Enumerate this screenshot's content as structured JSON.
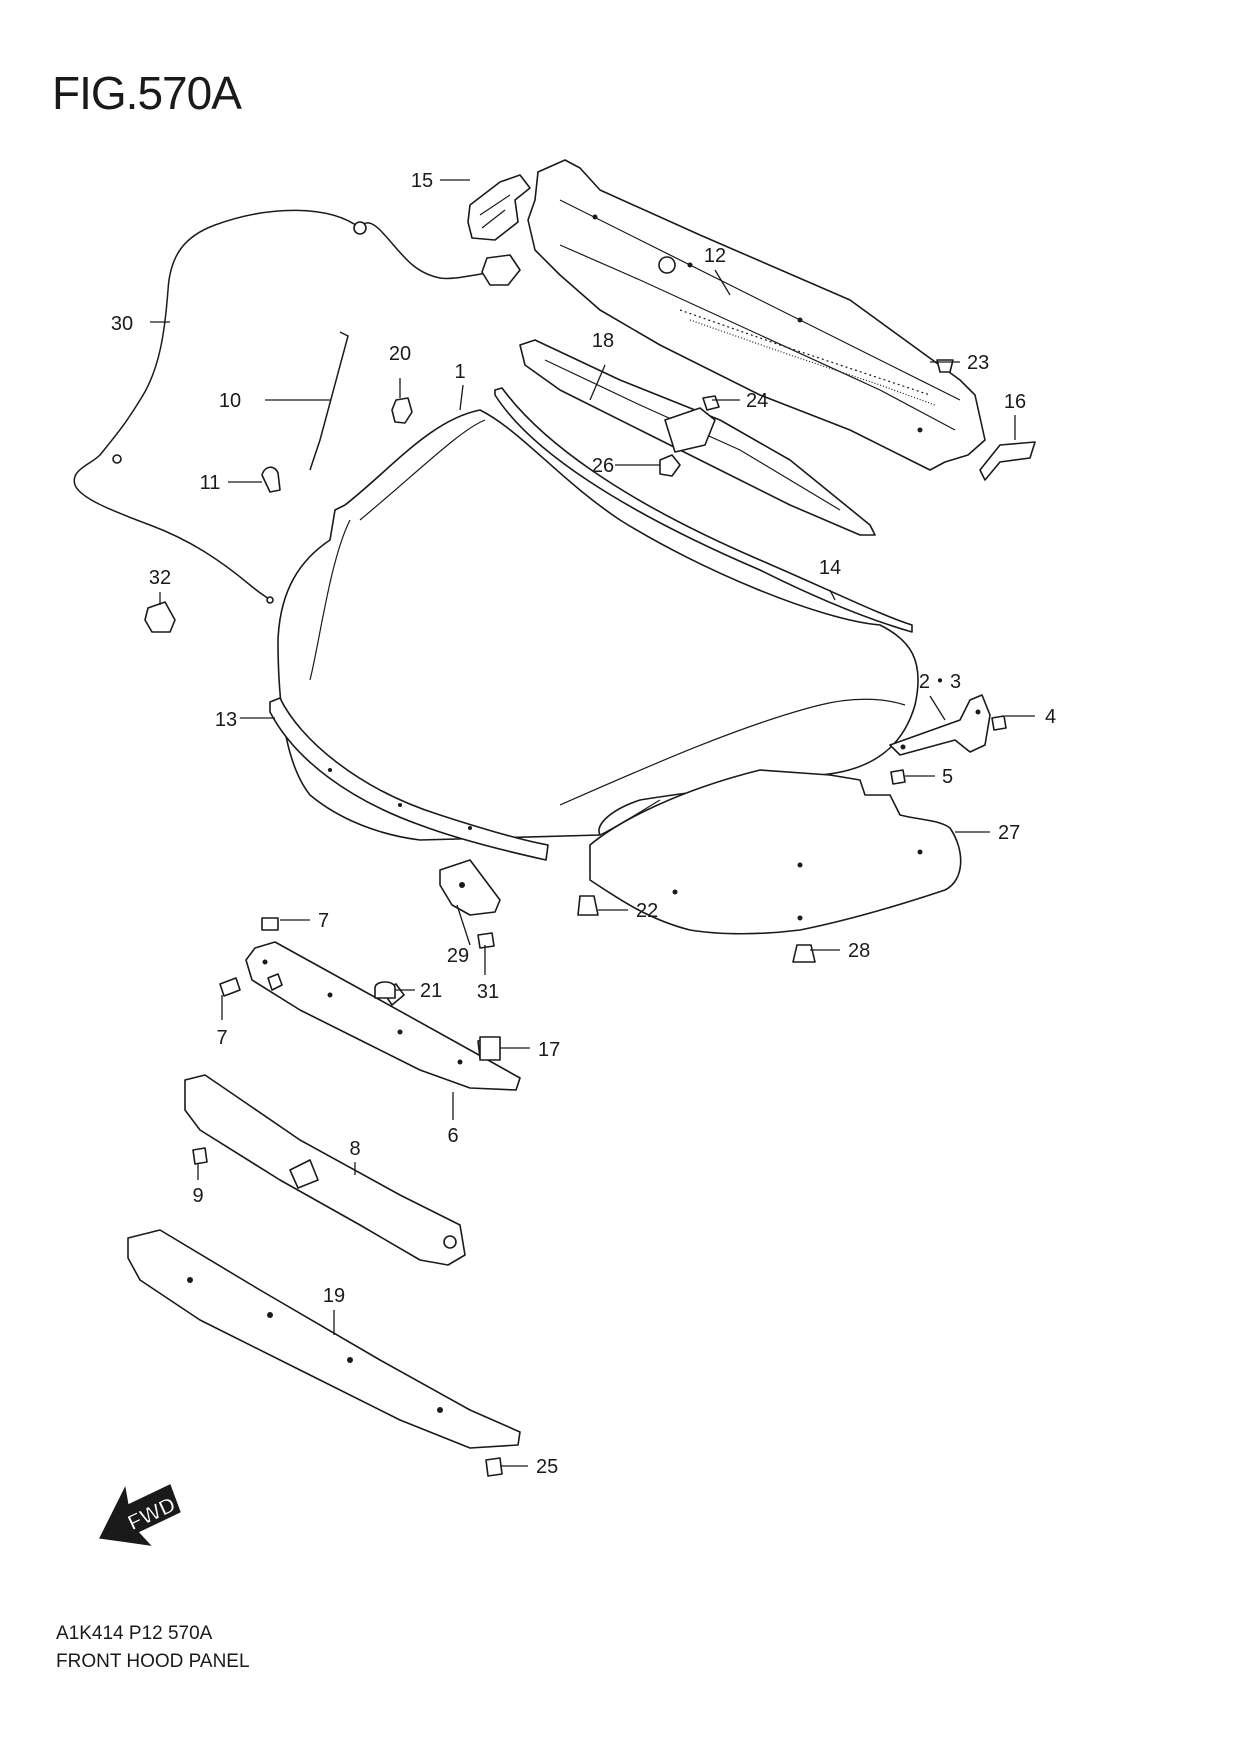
{
  "figure": {
    "title": "FIG.570A",
    "code": "A1K414 P12 570A",
    "caption": "FRONT HOOD PANEL",
    "direction_label": "FWD"
  },
  "callouts": [
    {
      "id": "c1",
      "label": "1"
    },
    {
      "id": "c23",
      "label": "2・3"
    },
    {
      "id": "c4",
      "label": "4"
    },
    {
      "id": "c5",
      "label": "5"
    },
    {
      "id": "c6",
      "label": "6"
    },
    {
      "id": "c7a",
      "label": "7"
    },
    {
      "id": "c7b",
      "label": "7"
    },
    {
      "id": "c8",
      "label": "8"
    },
    {
      "id": "c9",
      "label": "9"
    },
    {
      "id": "c10",
      "label": "10"
    },
    {
      "id": "c11",
      "label": "11"
    },
    {
      "id": "c12",
      "label": "12"
    },
    {
      "id": "c13",
      "label": "13"
    },
    {
      "id": "c14",
      "label": "14"
    },
    {
      "id": "c15",
      "label": "15"
    },
    {
      "id": "c16",
      "label": "16"
    },
    {
      "id": "c17",
      "label": "17"
    },
    {
      "id": "c18",
      "label": "18"
    },
    {
      "id": "c19",
      "label": "19"
    },
    {
      "id": "c20",
      "label": "20"
    },
    {
      "id": "c21",
      "label": "21"
    },
    {
      "id": "c22",
      "label": "22"
    },
    {
      "id": "c23b",
      "label": "23"
    },
    {
      "id": "c24",
      "label": "24"
    },
    {
      "id": "c25",
      "label": "25"
    },
    {
      "id": "c26",
      "label": "26"
    },
    {
      "id": "c27",
      "label": "27"
    },
    {
      "id": "c28",
      "label": "28"
    },
    {
      "id": "c29",
      "label": "29"
    },
    {
      "id": "c30",
      "label": "30"
    },
    {
      "id": "c31",
      "label": "31"
    },
    {
      "id": "c32",
      "label": "32"
    }
  ]
}
